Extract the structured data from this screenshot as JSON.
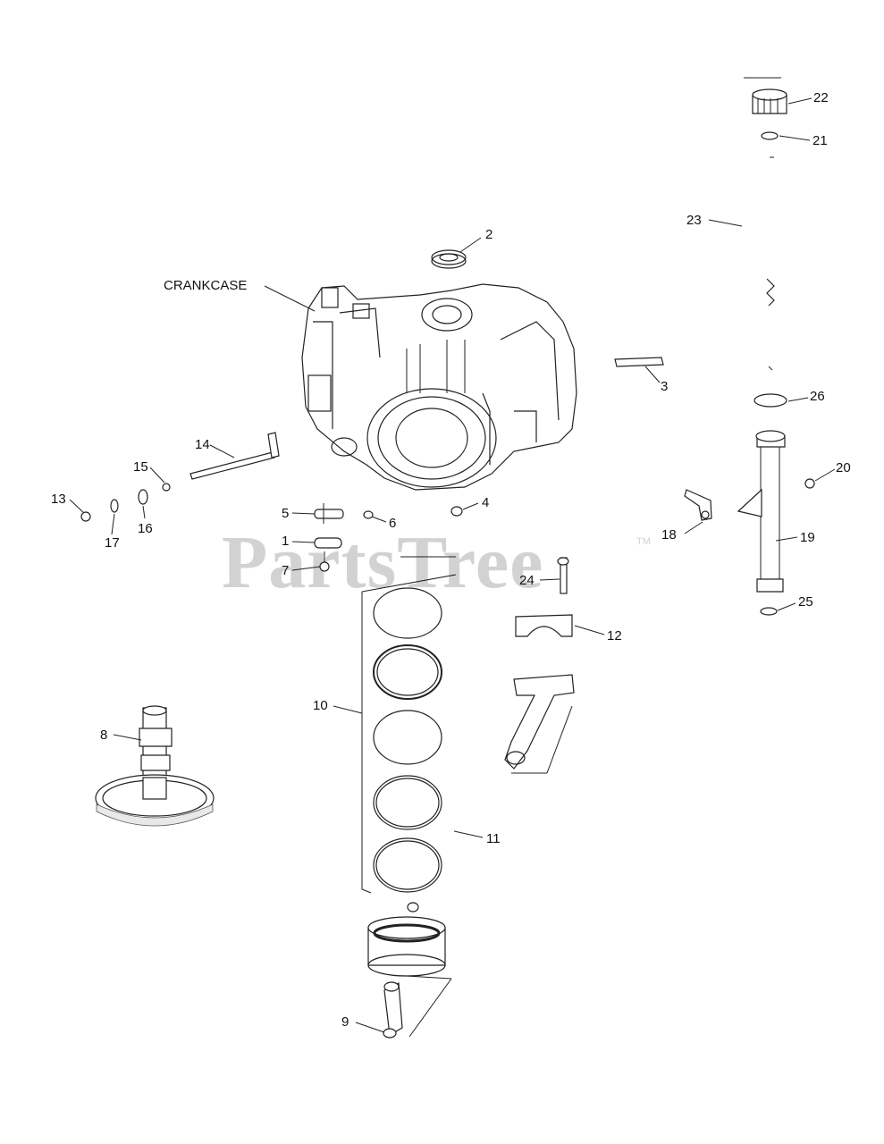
{
  "watermark": {
    "brand": "PartsTree",
    "trademark": "TM"
  },
  "labels": {
    "crankcase": "CRANKCASE",
    "n1": "1",
    "n2": "2",
    "n3": "3",
    "n4": "4",
    "n5": "5",
    "n6": "6",
    "n7": "7",
    "n8": "8",
    "n9": "9",
    "n10": "10",
    "n11": "11",
    "n12": "12",
    "n13": "13",
    "n14": "14",
    "n15": "15",
    "n16": "16",
    "n17": "17",
    "n18": "18",
    "n19": "19",
    "n20": "20",
    "n21": "21",
    "n22": "22",
    "n23": "23",
    "n24": "24",
    "n25": "25",
    "n26": "26"
  }
}
